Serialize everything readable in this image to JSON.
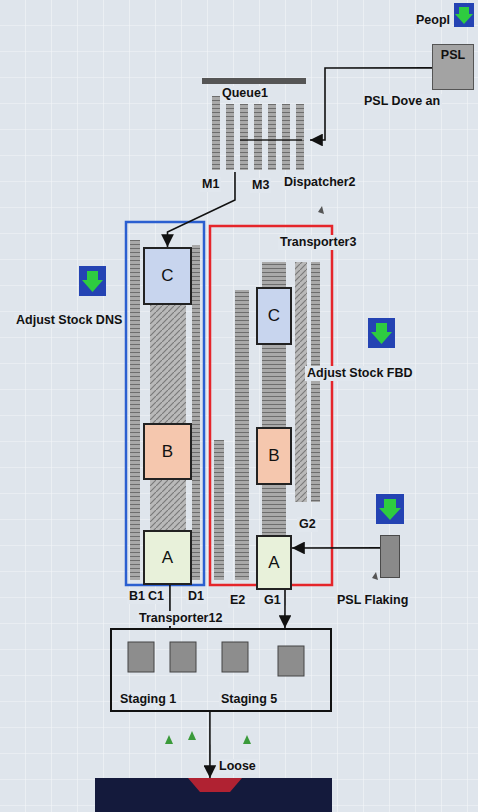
{
  "diagram": {
    "nodes": [
      {
        "text": [
          "PSL"
        ]
      },
      {
        "text": [
          "Queue1"
        ]
      },
      {
        "text": [
          "C"
        ]
      },
      {
        "text": [
          "B"
        ]
      },
      {
        "text": [
          "A"
        ]
      },
      {
        "text": [
          "C"
        ]
      },
      {
        "text": [
          "B"
        ]
      },
      {
        "text": [
          "A"
        ]
      },
      {
        "text": [
          "PSL Flaking"
        ]
      },
      {
        "text": [
          "Staging 1",
          "Staging 5"
        ]
      },
      {
        "text": [
          "Loose"
        ]
      }
    ],
    "edges": [
      {
        "from": 0,
        "to": 1,
        "arrow": "to"
      },
      {
        "from": 1,
        "to": 2,
        "arrow": "to"
      },
      {
        "from": 8,
        "to": 7,
        "arrow": "to"
      },
      {
        "from": 4,
        "to": 9,
        "arrow": "to"
      },
      {
        "from": 7,
        "to": 9,
        "arrow": "to"
      },
      {
        "from": 9,
        "to": 10,
        "arrow": "to"
      }
    ],
    "labels": [
      "Peopl",
      "PSL Dove an",
      "M1",
      "M3",
      "Dispatcher2",
      "Transporter3",
      "Adjust Stock DNS",
      "Adjust Stock FBD",
      "G2",
      "B1",
      "C1",
      "D1",
      "E2",
      "G1",
      "Transporter12"
    ]
  }
}
